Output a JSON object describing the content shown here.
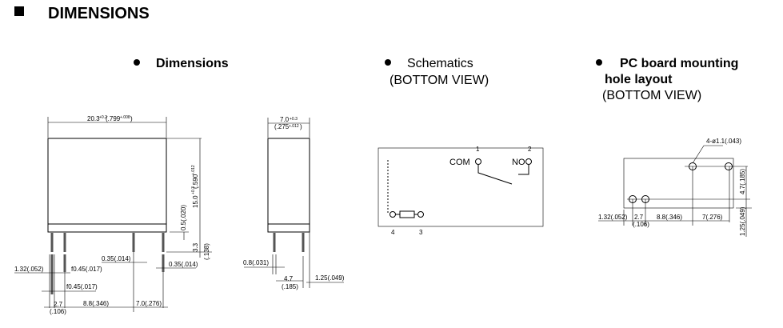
{
  "title": "DIMENSIONS",
  "sections": {
    "dimensions": {
      "heading": "Dimensions"
    },
    "schematics": {
      "heading": "Schematics",
      "subheading": "(BOTTOM VIEW)",
      "labels": {
        "com": "COM",
        "no": "NO",
        "pin1": "1",
        "pin2": "2",
        "pin3": "3",
        "pin4": "4"
      }
    },
    "pcb": {
      "heading_line1": "PC board mounting",
      "heading_line2": "hole layout",
      "subheading": "(BOTTOM VIEW)",
      "hole_label": "4-ø1.1(.043)",
      "dim_132": "1.32(.052)",
      "dim_27": "2.7",
      "dim_27_in": "(.106)",
      "dim_88": "8.8(.346)",
      "dim_7": "7(.276)",
      "dim_47": "4.7(.185)",
      "dim_125": "1.25(.049)"
    }
  },
  "front_view": {
    "width": "20.3",
    "width_tol": "+0.2",
    "width_in": "(.799",
    "width_in_tol": "+.008",
    "width_close": ")",
    "height": "15.0",
    "height_tol": "+0.3",
    "height_in": "(.590",
    "height_in_tol": "+.012",
    "height_close": ")",
    "dim_05": "0.5(.020)",
    "dim_33": "3.3",
    "dim_33_in": "(.138)",
    "dim_035a": "0.35(.014)",
    "dim_035b": "0.35(.014)",
    "dim_132": "1.32(.052)",
    "dim_f045a": "f0.45(.017)",
    "dim_f045b": "f0.45(.017)",
    "dim_27": "2.7",
    "dim_27_in": "(.106)",
    "dim_88": "8.8(.346)",
    "dim_70": "7.0(.276)"
  },
  "side_view": {
    "width": "7.0",
    "width_tol": "+0.3",
    "width_in": "(.275",
    "width_in_tol": "+.012",
    "width_close": ")",
    "dim_08": "0.8(.031)",
    "dim_47": "4.7",
    "dim_47_in": "(.185)",
    "dim_125": "1.25(.049)"
  }
}
